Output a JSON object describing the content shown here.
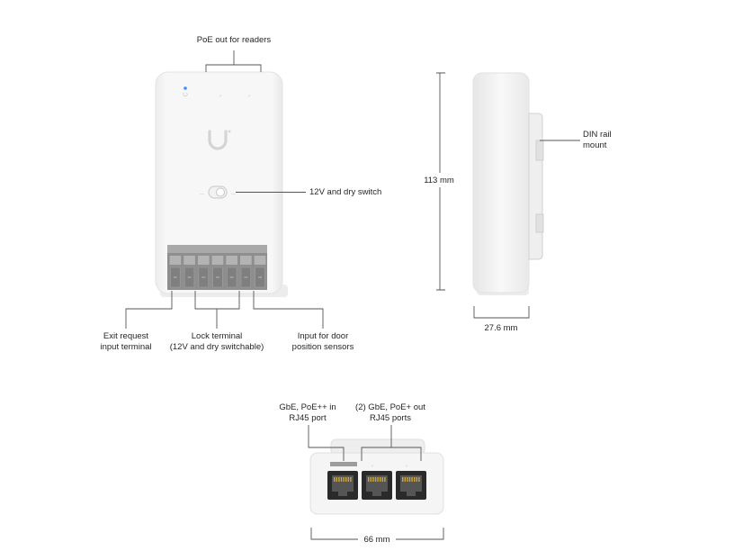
{
  "labels": {
    "poe_out_readers": "PoE out for readers",
    "dry_switch": "12V and dry switch",
    "exit_request_1": "Exit request",
    "exit_request_2": "input terminal",
    "lock_terminal_1": "Lock terminal",
    "lock_terminal_2": "(12V and dry switchable)",
    "door_sensor_1": "Input for door",
    "door_sensor_2": "position sensors",
    "height": "113 mm",
    "din_rail_1": "DIN rail",
    "din_rail_2": "mount",
    "depth": "27.6 mm",
    "gbe_in_1": "GbE, PoE++ in",
    "gbe_in_2": "RJ45 port",
    "gbe_out_1": "(2) GbE, PoE+ out",
    "gbe_out_2": "RJ45 ports",
    "width": "66 mm"
  },
  "colors": {
    "device_body": "#f4f4f4",
    "device_edge": "#e2e2e2",
    "terminal_block": "#9a9a9a",
    "terminal_dark": "#7d7d7d",
    "led": "#3f8cff",
    "line": "#555555"
  }
}
